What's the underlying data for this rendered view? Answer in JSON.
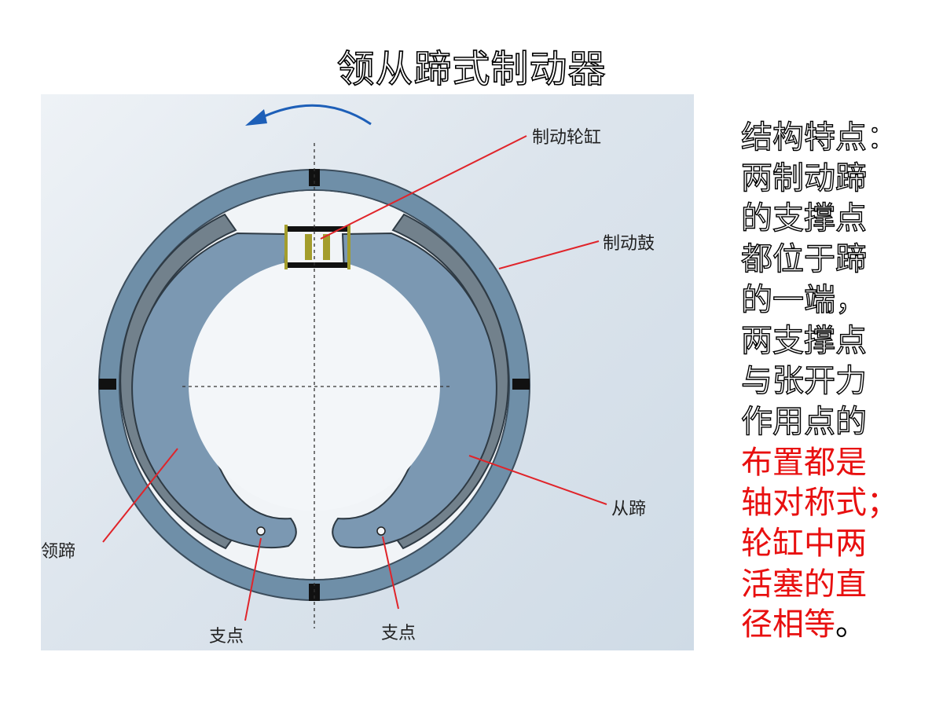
{
  "title": "领从蹄式制动器",
  "labels": {
    "wheel_cylinder": "制动轮缸",
    "brake_drum": "制动鼓",
    "leading_shoe": "领蹄",
    "trailing_shoe": "从蹄",
    "pivot_left": "支点",
    "pivot_right": "支点"
  },
  "description": {
    "lines_black": [
      "结构特点：",
      "两制动蹄",
      "的支撑点",
      "都位于蹄",
      "的一端，",
      "两支撑点",
      "与张开力",
      "作用点的"
    ],
    "lines_red": [
      "布置都是",
      "轴对称式；",
      "轮缸中两",
      "活塞的直"
    ],
    "last_red": "径相等",
    "last_black": "。"
  },
  "colors": {
    "drum": "#6f8fa8",
    "shoe": "#7b98b2",
    "lining": "#72818c",
    "leader": "#e0242a",
    "arrow": "#1d5fb8",
    "red_text": "#e81010"
  }
}
